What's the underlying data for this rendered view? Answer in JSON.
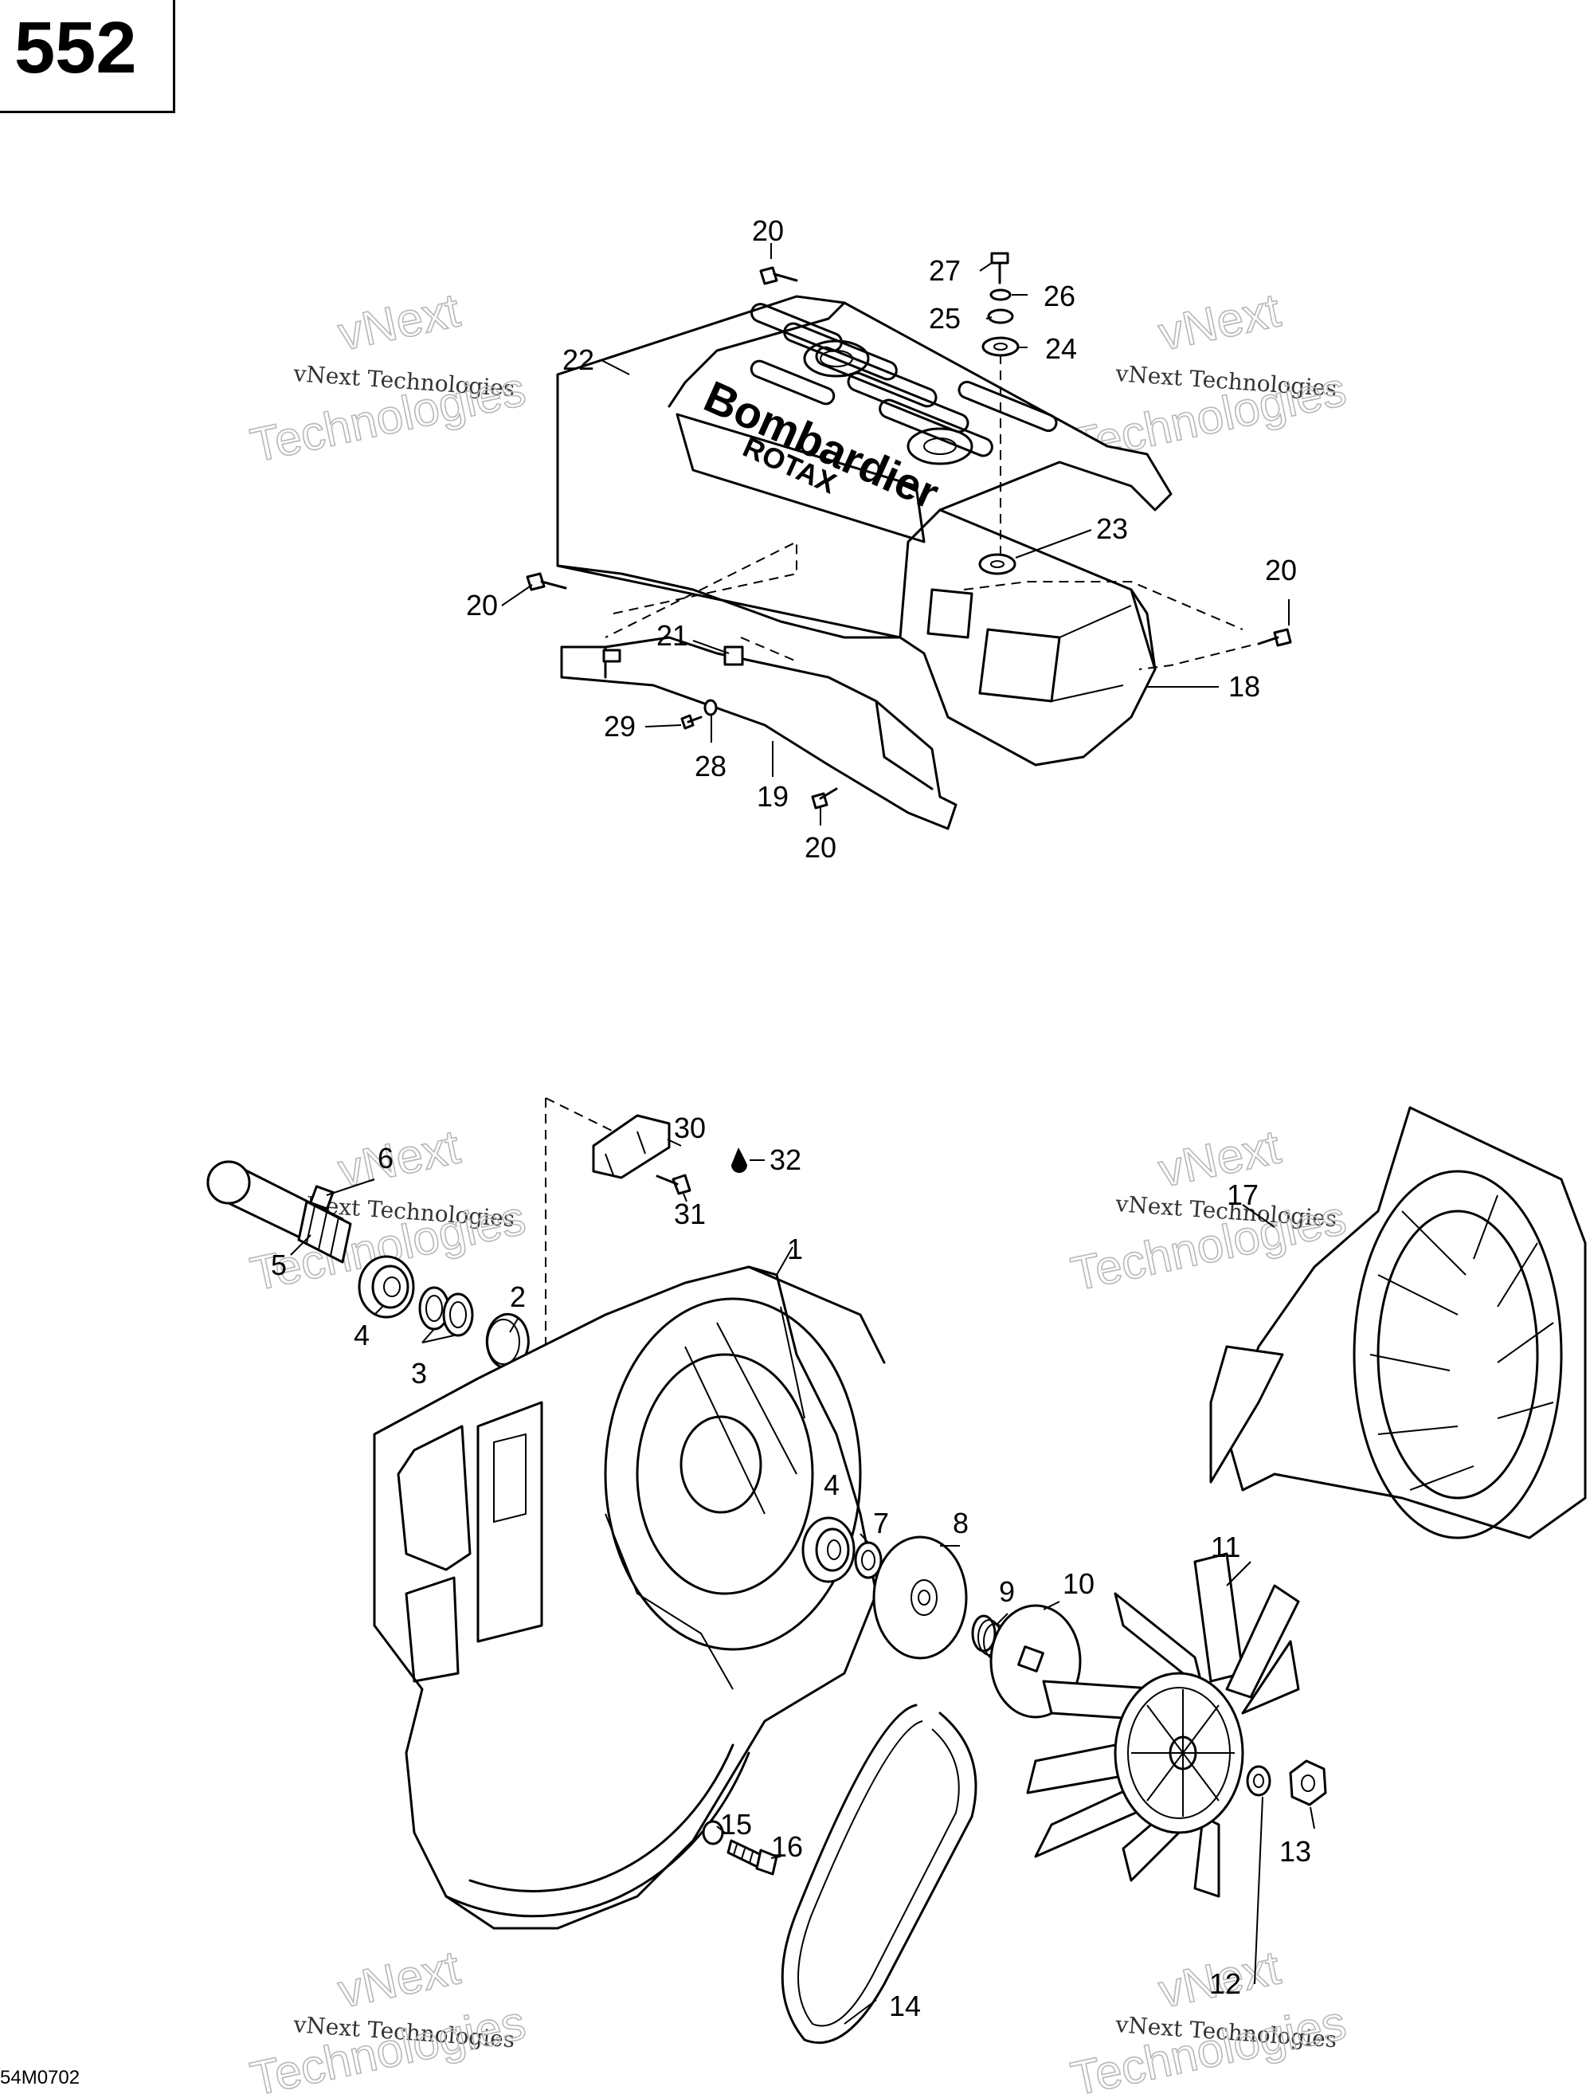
{
  "page_number": "552",
  "drawing_code": "54M0702",
  "brand_text": {
    "line1": "Bombardier",
    "line2": "ROTAX"
  },
  "watermark": {
    "line1": "vNext",
    "line2": "vNext Technologies",
    "line3": "Technologies"
  },
  "labels": {
    "p1": "1",
    "p2": "2",
    "p3": "3",
    "p4a": "4",
    "p4b": "4",
    "p5": "5",
    "p6": "6",
    "p7": "7",
    "p8": "8",
    "p9": "9",
    "p10": "10",
    "p11": "11",
    "p12": "12",
    "p13": "13",
    "p14": "14",
    "p15": "15",
    "p16": "16",
    "p17": "17",
    "p18": "18",
    "p19": "19",
    "p20a": "20",
    "p20b": "20",
    "p20c": "20",
    "p20d": "20",
    "p21": "21",
    "p22": "22",
    "p23": "23",
    "p24": "24",
    "p25": "25",
    "p26": "26",
    "p27": "27",
    "p28": "28",
    "p29": "29",
    "p30": "30",
    "p31": "31",
    "p32": "32"
  }
}
